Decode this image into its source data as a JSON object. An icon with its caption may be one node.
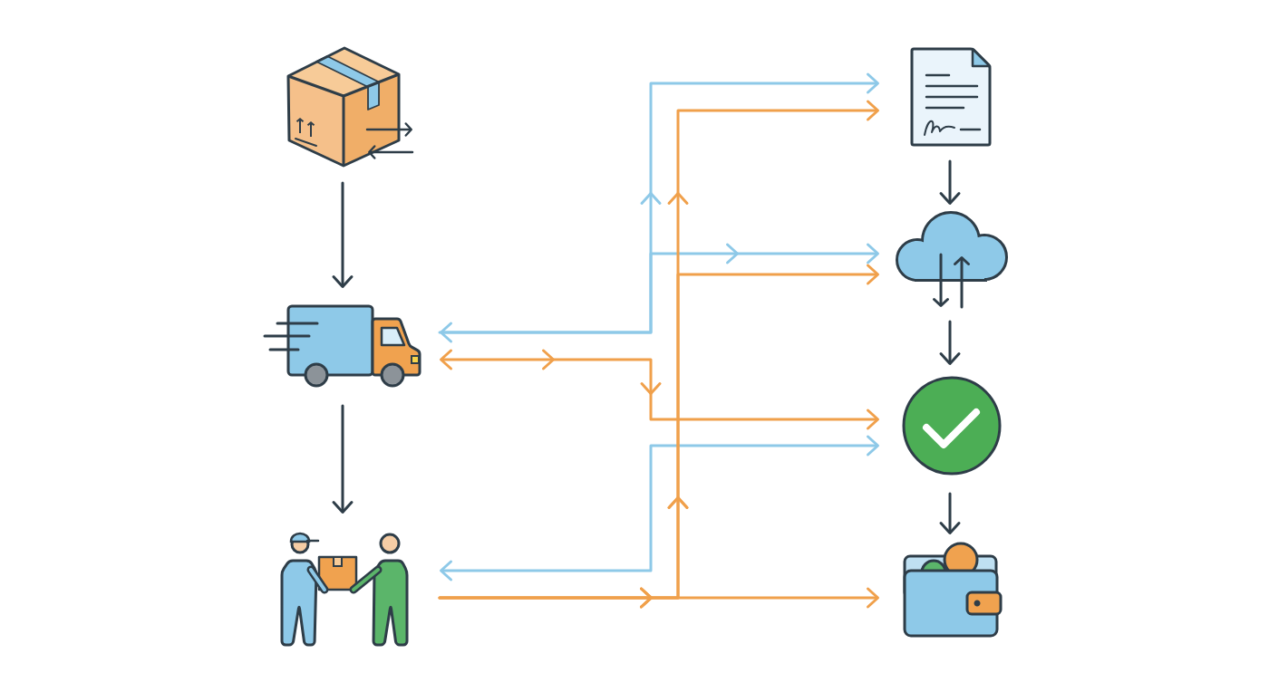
{
  "diagram": {
    "nodes": [
      {
        "text": [],
        "shape": "picture"
      },
      {
        "text": [],
        "shape": "picture"
      },
      {
        "text": [],
        "shape": "picture"
      },
      {
        "text": [],
        "shape": "picture"
      },
      {
        "text": [],
        "shape": "picture"
      },
      {
        "text": [],
        "shape": "picture"
      },
      {
        "text": [],
        "shape": "picture"
      }
    ],
    "edges": [
      {
        "from": 0,
        "to": 1,
        "arrow": "to"
      },
      {
        "from": 1,
        "to": 2,
        "arrow": "to"
      },
      {
        "from": 3,
        "to": 4,
        "arrow": "to"
      },
      {
        "from": 4,
        "to": 5,
        "arrow": "to"
      },
      {
        "from": 5,
        "to": 6,
        "arrow": "to"
      },
      {
        "from": 1,
        "to": 3,
        "arrow": "both",
        "color": "#8ec9e8"
      },
      {
        "from": 1,
        "to": 4,
        "arrow": "to",
        "color": "#8ec9e8"
      },
      {
        "from": 2,
        "to": 5,
        "arrow": "both",
        "color": "#8ec9e8"
      },
      {
        "from": 1,
        "to": 5,
        "arrow": "both",
        "color": "#f0a04b"
      },
      {
        "from": 2,
        "to": 3,
        "arrow": "to",
        "color": "#f0a04b"
      },
      {
        "from": 2,
        "to": 4,
        "arrow": "to",
        "color": "#f0a04b"
      },
      {
        "from": 2,
        "to": 6,
        "arrow": "to",
        "color": "#f0a04b"
      }
    ]
  }
}
